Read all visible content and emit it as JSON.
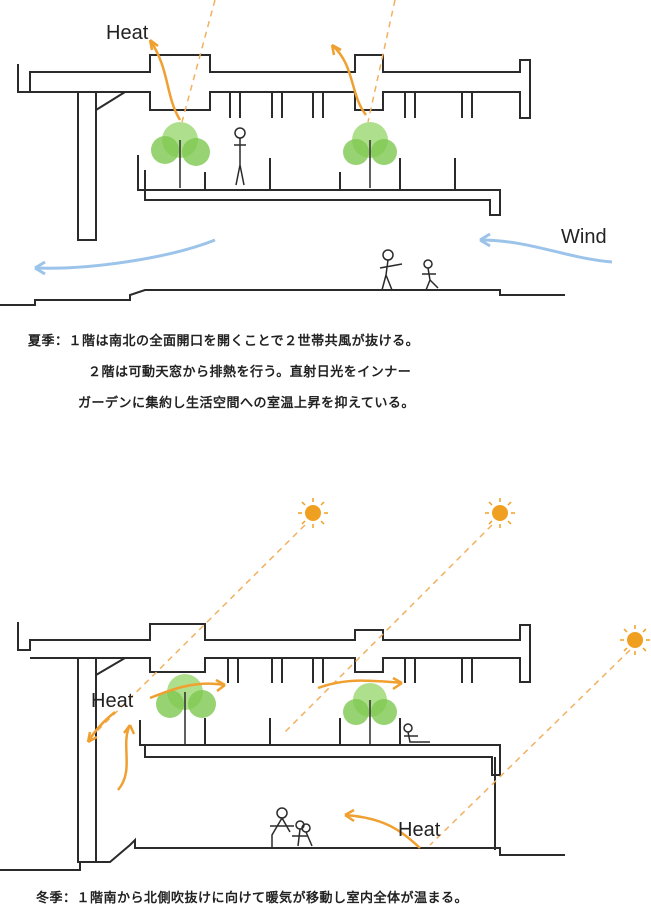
{
  "summer": {
    "heat_label": "Heat",
    "wind_label": "Wind",
    "caption_line1": "夏季：１階は南北の全面開口を開くことで２世帯共風が抜ける。",
    "caption_line2": "２階は可動天窓から排熱を行う。直射日光をインナー",
    "caption_line3": "ガーデンに集約し生活空間への室温上昇を抑えている。"
  },
  "winter": {
    "heat_label_upper": "Heat",
    "heat_label_lower": "Heat",
    "caption": "冬季：１階南から北側吹抜けに向けて暖気が移動し室内全体が温まる。"
  },
  "colors": {
    "line": "#2b2b2b",
    "heat_arrow": "#f0a030",
    "sun": "#f0a020",
    "sun_ray_dashed": "#f2b060",
    "wind_arrow": "#9cc4ea",
    "tree": "#7ec850"
  }
}
